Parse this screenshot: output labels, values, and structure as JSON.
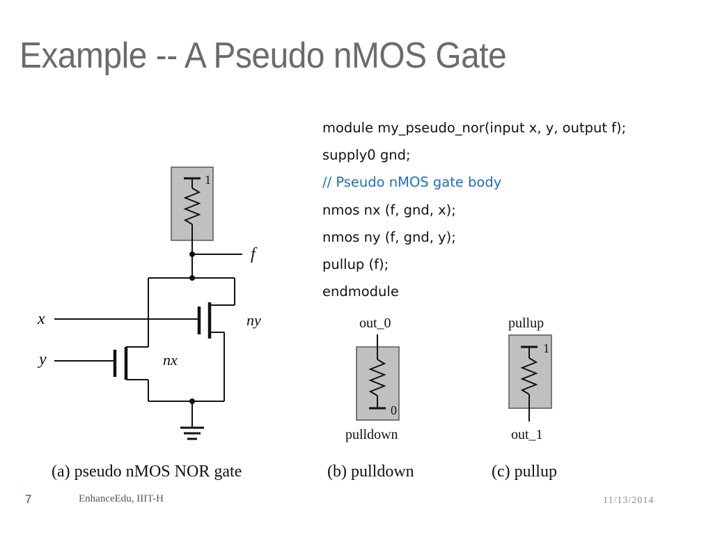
{
  "slide": {
    "title": "Example -- A Pseudo nMOS Gate",
    "page_number": "7",
    "footer_org": "EnhanceEdu, IIIT-H",
    "footer_date": "11/13/2014"
  },
  "code_lines": [
    {
      "text": "module my_pseudo_nor(input x, y, output f);",
      "kind": "code"
    },
    {
      "text": "supply0 gnd;",
      "kind": "code"
    },
    {
      "text": "// Pseudo nMOS gate body",
      "kind": "comment"
    },
    {
      "text": "nmos nx (f, gnd, x);",
      "kind": "code"
    },
    {
      "text": "nmos ny (f, gnd, y);",
      "kind": "code"
    },
    {
      "text": "pullup (f);",
      "kind": "code"
    },
    {
      "text": "endmodule",
      "kind": "code"
    }
  ],
  "figure_a": {
    "pullup_value": "1",
    "output_label": "f",
    "input_x": "x",
    "input_y": "y",
    "nx_label": "nx",
    "ny_label": "ny",
    "caption": "(a) pseudo nMOS NOR gate"
  },
  "figure_b": {
    "top_label": "out_0",
    "value": "0",
    "bottom_label": "pulldown",
    "caption": "(b)  pulldown"
  },
  "figure_c": {
    "top_label": "pullup",
    "value": "1",
    "bottom_label": "out_1",
    "caption": "(c)  pullup"
  },
  "colors": {
    "title": "#6b6b6b",
    "comment": "#1f6fc0",
    "box_fill": "#c0c0c0"
  }
}
